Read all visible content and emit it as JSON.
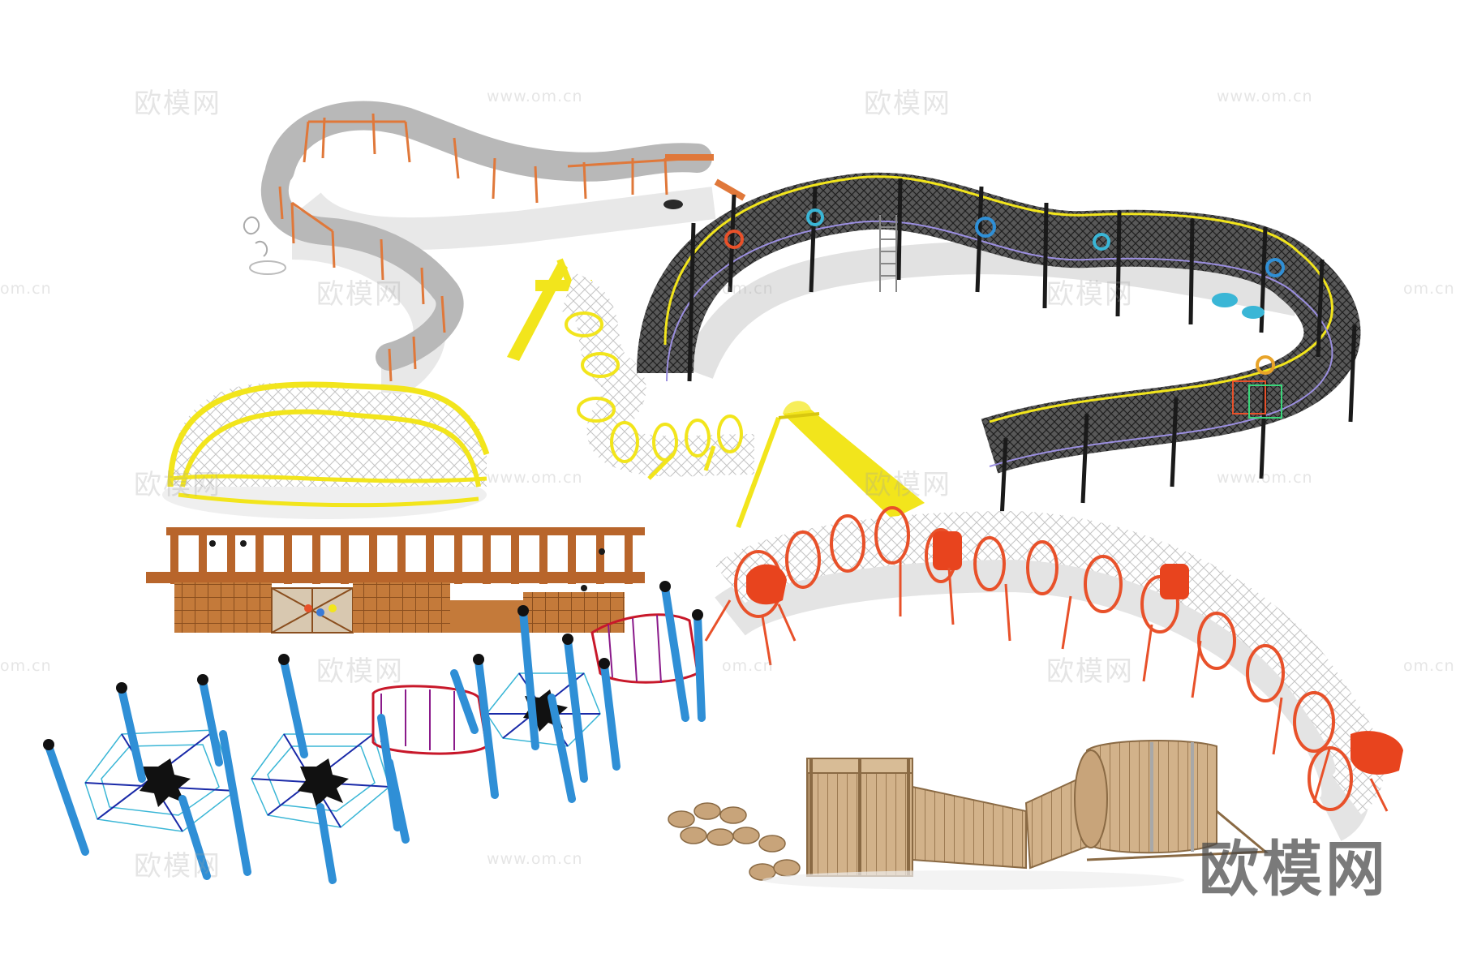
{
  "watermark": {
    "brand": "欧模网",
    "site": "www.om.cn",
    "site_short": "om.cn",
    "corner_brand": "欧模网"
  },
  "colors": {
    "orange_frame": "#e0783a",
    "grey_path": "#bdbdbd",
    "yellow": "#f2e51c",
    "dark_net": "#3a3a3a",
    "wood": "#b8652b",
    "blue_post": "#2f8fd6",
    "red_ring": "#e8512a",
    "tan_wood": "#c8a47a"
  },
  "objects": [
    {
      "name": "grey-winding-rope-bridge"
    },
    {
      "name": "yellow-net-dome"
    },
    {
      "name": "yellow-tube-slide-tower"
    },
    {
      "name": "black-net-wall-maze"
    },
    {
      "name": "wooden-pergola-climbing-wall"
    },
    {
      "name": "blue-post-spider-web-nets"
    },
    {
      "name": "red-ring-rope-tunnel"
    },
    {
      "name": "wooden-log-bridge-barrel"
    }
  ]
}
